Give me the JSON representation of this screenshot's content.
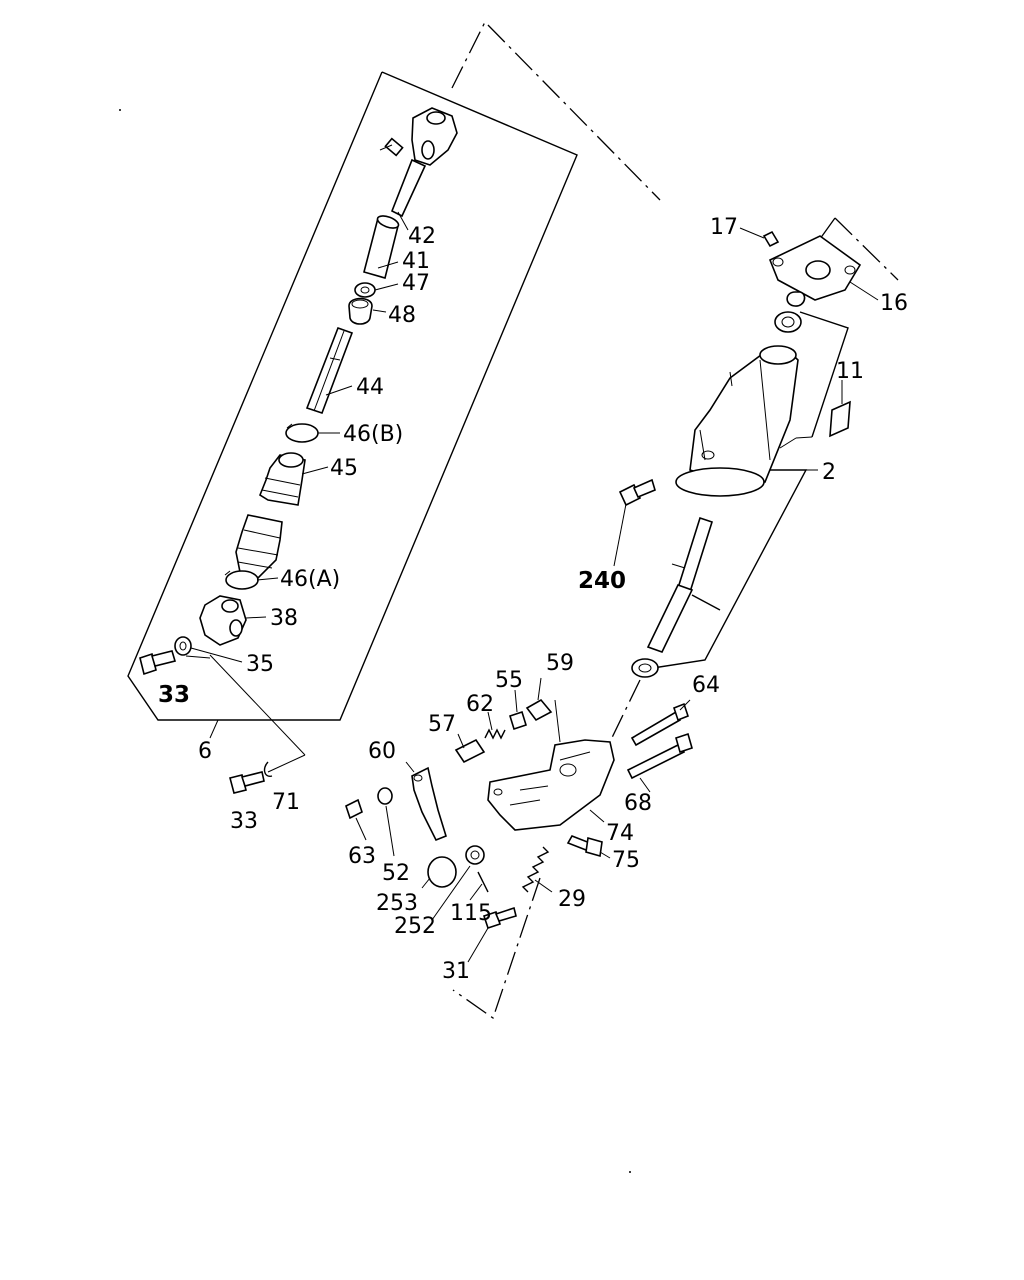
{
  "labels": {
    "p42": "42",
    "p41": "41",
    "p47": "47",
    "p48": "48",
    "p44": "44",
    "p46b": "46(B)",
    "p45": "45",
    "p46a": "46(A)",
    "p38": "38",
    "p35": "35",
    "p33a": "33",
    "p6": "6",
    "p33b": "33",
    "p71": "71",
    "p17": "17",
    "p16": "16",
    "p11": "11",
    "p2": "2",
    "p240": "240",
    "p59": "59",
    "p55": "55",
    "p62": "62",
    "p57": "57",
    "p64": "64",
    "p60": "60",
    "p68": "68",
    "p74": "74",
    "p75": "75",
    "p63": "63",
    "p52": "52",
    "p253": "253",
    "p252": "252",
    "p115": "115",
    "p29": "29",
    "p31": "31"
  }
}
